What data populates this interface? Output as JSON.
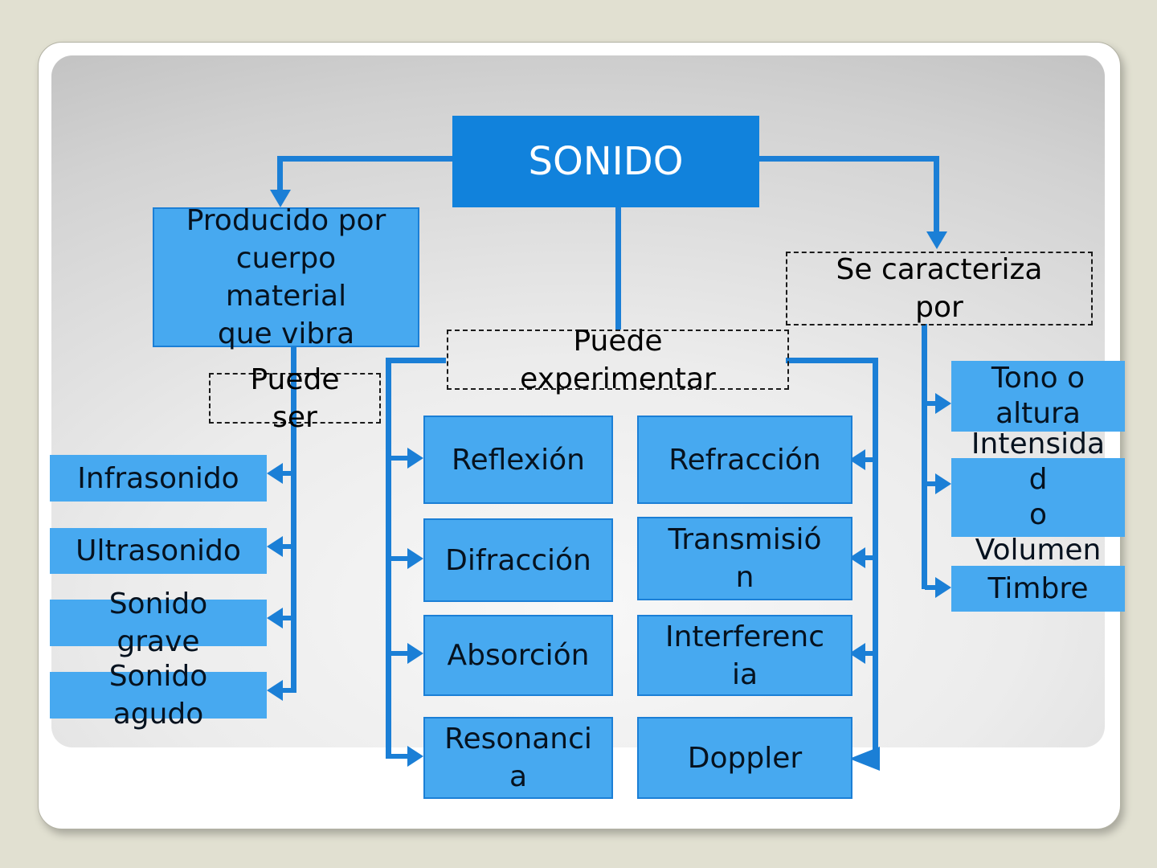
{
  "slide": {
    "root": {
      "label": "SONIDO"
    },
    "left_branch": {
      "header": "Producido por\ncuerpo\nmaterial\nque vibra",
      "connector": "Puede\nser",
      "items": [
        "Infrasonido",
        "Ultrasonido",
        "Sonido\ngrave",
        "Sonido\nagudo"
      ]
    },
    "center_branch": {
      "connector": "Puede\nexperimentar",
      "left_items": [
        "Reflexión",
        "Difracción",
        "Absorción",
        "Resonanci\na"
      ],
      "right_items": [
        "Refracción",
        "Transmisió\nn",
        "Interferenc\nia",
        "Doppler"
      ]
    },
    "right_branch": {
      "connector": "Se caracteriza\npor",
      "items": [
        "Tono o\naltura",
        "Intensida\nd\no\nVolumen",
        "Timbre"
      ]
    },
    "colors": {
      "root_fill": "#1182DC",
      "node_fill": "#47A9F0",
      "line": "#1B7FD6",
      "background": "#E1E0D1"
    }
  }
}
